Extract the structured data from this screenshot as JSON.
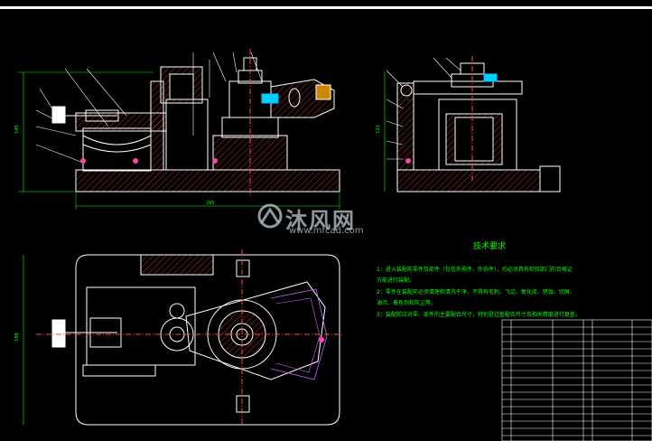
{
  "watermark": {
    "name": "沐风网",
    "url": "www.mfcad.com"
  },
  "tech_requirements": {
    "title": "技术要求",
    "lines": [
      "1：进入装配前零件及部件（包括外购件、外协件），均必须具有检验部门的合格证",
      "方能进行装配。",
      "2：零件在装配前必须清理和清洗干净，不得有毛刺、飞边、氧化皮、锈蚀、切屑、",
      "油污、着色剂和灰尘等。",
      "3：装配前应对零、部件的主要配合尺寸，特别是过盈配合尺寸及相关精度进行复查。"
    ]
  },
  "dimensions": {
    "overall_width": "295",
    "height_left": "145",
    "height_right": "121",
    "plan_height": "188"
  },
  "colors": {
    "background": "#000000",
    "lines": "#ffffff",
    "hatch": "#ff4444",
    "text": "#00ff00",
    "section": "#cc66ff",
    "cyan": "#00ccff"
  }
}
